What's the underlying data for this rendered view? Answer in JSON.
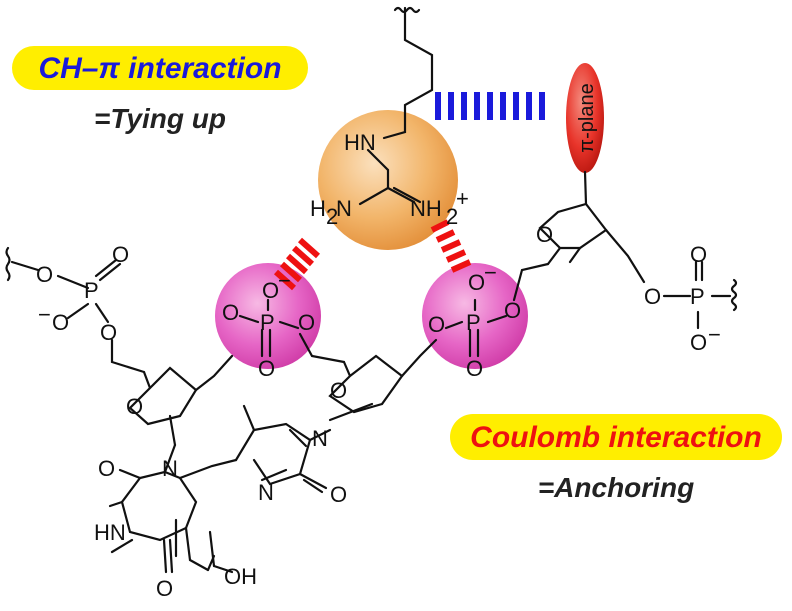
{
  "callouts": {
    "ch_pi": {
      "title": "CH–π interaction",
      "subtitle": "=Tying up"
    },
    "coulomb": {
      "title": "Coulomb interaction",
      "subtitle": "=Anchoring"
    }
  },
  "pi_plane_label": "π-plane",
  "atoms": {
    "HN": "HN",
    "NH2plus": "NH",
    "sub2": "2",
    "plus": "+",
    "H2N_H": "H",
    "H2N_sub": "2",
    "H2N_N": "N",
    "O": "O",
    "Ominus": "O",
    "minus": "−",
    "P": "P",
    "N": "N",
    "HN_ring": "HN",
    "OH": "OH"
  },
  "colors": {
    "callout_bg": "#ffee00",
    "ch_pi_text": "#1a1adb",
    "coulomb_text": "#ee1111",
    "blue_bar": "#1a1adb",
    "red_bar": "#ee1111",
    "guanidinium": "#f2b56a",
    "phosphate": "#e85cc0",
    "pi_plane": "#e8342a"
  }
}
